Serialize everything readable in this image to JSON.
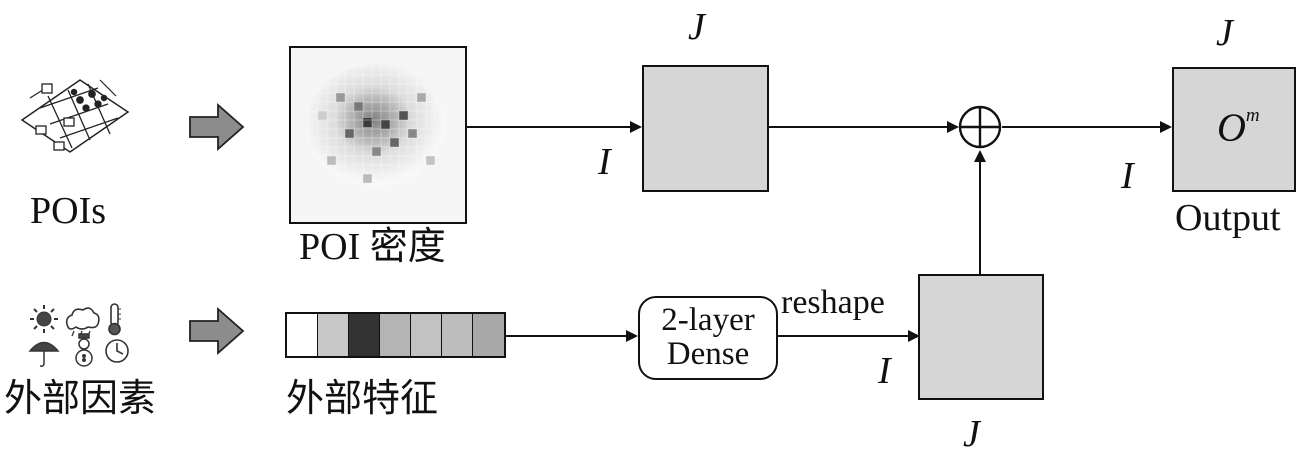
{
  "labels": {
    "pois": "POIs",
    "poi_density": "POI 密度",
    "external_factors": "外部因素",
    "external_features": "外部特征",
    "dense_line1": "2-layer",
    "dense_line2": "Dense",
    "reshape": "reshape",
    "output": "Output"
  },
  "dims": {
    "I": "I",
    "J": "J",
    "O": "O",
    "m": "m"
  },
  "colors": {
    "box_fill": "#d6d6d6",
    "stroke": "#111111",
    "arrow_fill": "#8c8c8c"
  },
  "feature_vector": {
    "shades": [
      "#ffffff",
      "#c8c8c8",
      "#333333",
      "#b4b4b4",
      "#c2c2c2",
      "#bdbdbd",
      "#a8a8a8"
    ]
  },
  "icons": {
    "poi_map": "city-map-with-poi-markers-icon",
    "weather": [
      "sun-icon",
      "cloud-icon",
      "thermometer-icon",
      "umbrella-icon",
      "snowman-icon",
      "clock-icon"
    ]
  }
}
